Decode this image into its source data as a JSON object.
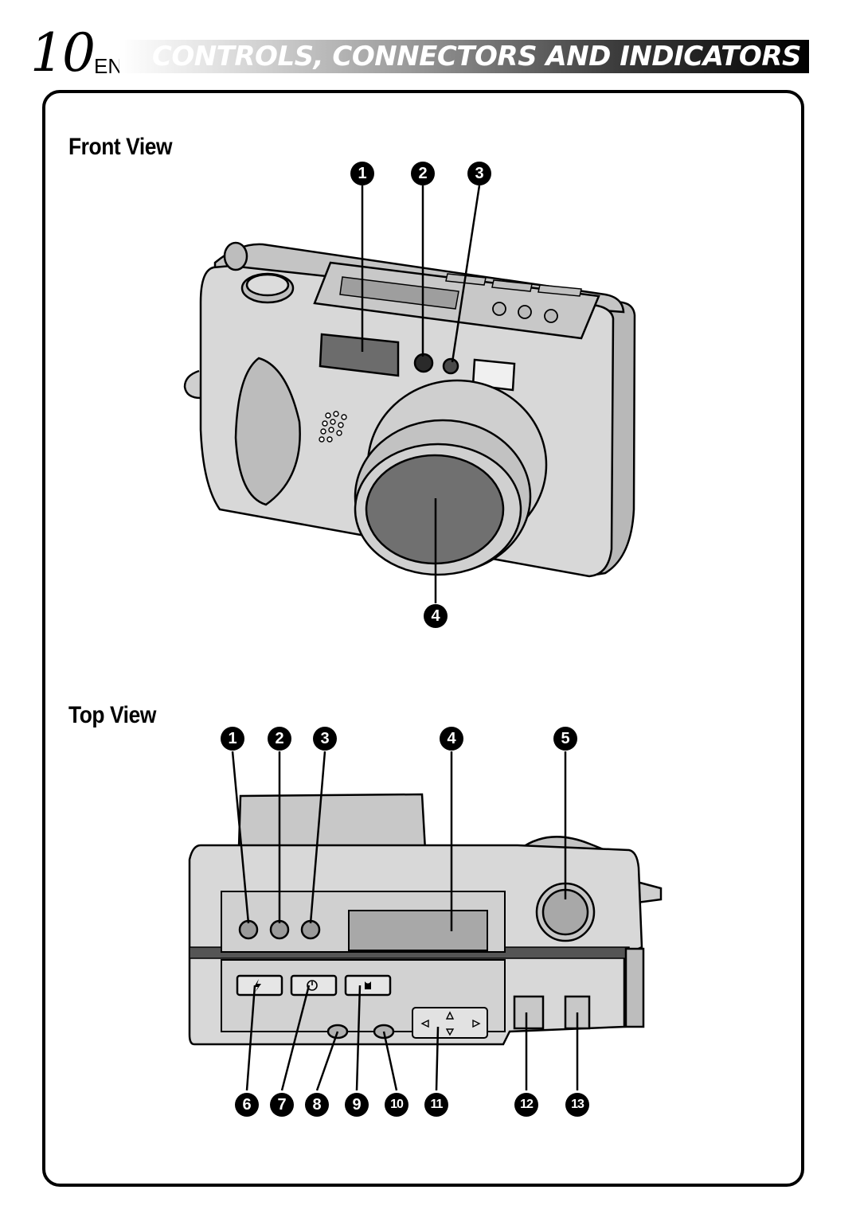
{
  "header": {
    "page_number": "10",
    "language": "EN",
    "title": "CONTROLS, CONNECTORS AND INDICATORS"
  },
  "front_view": {
    "title": "Front View",
    "callouts": [
      "1",
      "2",
      "3",
      "4"
    ]
  },
  "top_view": {
    "title": "Top View",
    "callouts_top": [
      "1",
      "2",
      "3",
      "4",
      "5"
    ],
    "callouts_bottom": [
      "6",
      "7",
      "8",
      "9",
      "10",
      "11",
      "12",
      "13"
    ]
  }
}
